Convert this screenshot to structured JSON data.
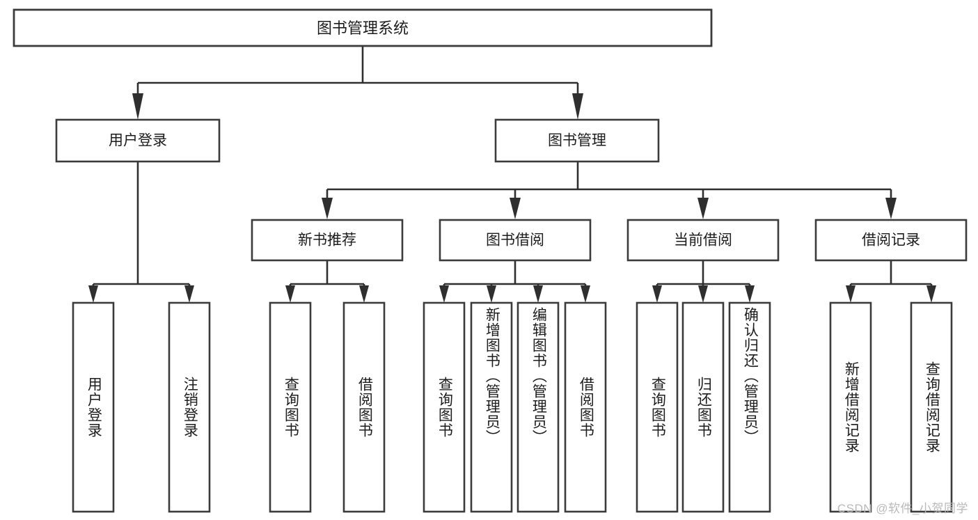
{
  "diagram": {
    "type": "tree",
    "title": "图书管理系统",
    "orientation": "top-down",
    "colors": {
      "box_stroke": "#3b3b3b",
      "box_fill": "#ffffff",
      "connector": "#2f2f2f",
      "text": "#1c1c1c",
      "background": "#ffffff",
      "watermark": "#b9b9b9"
    },
    "root": {
      "label": "图书管理系统"
    },
    "level2": [
      {
        "label": "用户登录"
      },
      {
        "label": "图书管理"
      }
    ],
    "level3": [
      {
        "label": "新书推荐"
      },
      {
        "label": "图书借阅"
      },
      {
        "label": "当前借阅"
      },
      {
        "label": "借阅记录"
      }
    ],
    "leaves": {
      "user_login": [
        {
          "label": "用户登录"
        },
        {
          "label": "注销登录"
        }
      ],
      "new_book_recommend": [
        {
          "label": "查询图书"
        },
        {
          "label": "借阅图书"
        }
      ],
      "book_borrow": [
        {
          "label": "查询图书"
        },
        {
          "label": "新增图书（管理员）"
        },
        {
          "label": "编辑图书（管理员）"
        },
        {
          "label": "借阅图书"
        }
      ],
      "current_borrow": [
        {
          "label": "查询图书"
        },
        {
          "label": "归还图书"
        },
        {
          "label": "确认归还（管理员）"
        }
      ],
      "borrow_record": [
        {
          "label": "新增借阅记录"
        },
        {
          "label": "查询借阅记录"
        }
      ]
    }
  },
  "watermark": {
    "text": "CSDN @软件_小贺同学"
  }
}
